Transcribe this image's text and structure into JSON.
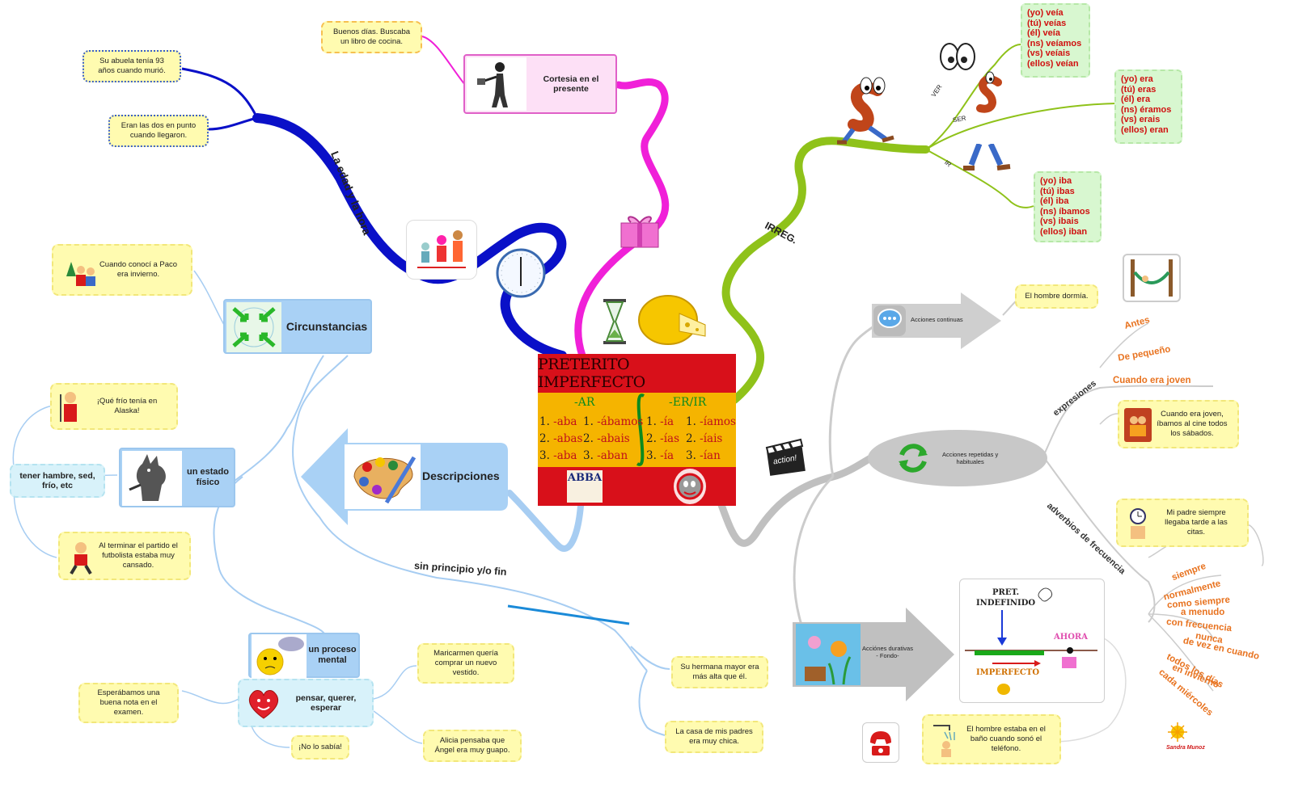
{
  "center": {
    "title": "PRETERITO IMPERFECTO",
    "ar_head": "-AR",
    "er_head": "-ER/IR",
    "ar_rows": [
      [
        "1. ",
        "-aba"
      ],
      [
        "2. ",
        "-abas"
      ],
      [
        "3. ",
        "-aba"
      ]
    ],
    "ar_rows_pl": [
      [
        "1. ",
        "-ábamos"
      ],
      [
        "2. ",
        "-abais"
      ],
      [
        "3. ",
        "-aban"
      ]
    ],
    "er_rows": [
      [
        "1. ",
        "-ía"
      ],
      [
        "2. ",
        "-ías"
      ],
      [
        "3. ",
        "-ía"
      ]
    ],
    "er_rows_pl": [
      [
        "1. ",
        "-íamos"
      ],
      [
        "2. ",
        "-íais"
      ],
      [
        "3. ",
        "-ían"
      ]
    ],
    "logo_text": "ABBA"
  },
  "branches": {
    "edad_hora": "La edad y la hora",
    "irreg": "IRREG.",
    "sin_principio": "sin principio y/o fin",
    "expresiones": "expresiones",
    "adverbios": "adverbios de frecuencia",
    "ver": "VER",
    "ser": "SER",
    "ir": "IR"
  },
  "notes": {
    "abuela": "Su abuela tenía 93\naños cuando murió.",
    "dos_en_punto": "Eran las dos en punto\ncuando llegaron.",
    "buenos_dias": "Buenos días. Buscaba\nun libro de cocina.",
    "paco": "Cuando conocí a Paco\nera invierno.",
    "frio": "¡Qué frío tenía en\nAlaska!",
    "futbolista": "Al terminar el partido el\nfutbolista estaba muy\ncansado.",
    "esperabamos": "Esperábamos una\nbuena nota en el\nexamen.",
    "maricarmen": "Maricarmen quería\ncomprar un nuevo\nvestido.",
    "no_sabia": "¡No lo sabía!",
    "alicia": "Alicia pensaba que\nÁngel era muy guapo.",
    "hermana": "Su hermana mayor era\nmás alta que él.",
    "casa": "La casa de mis padres\nera muy chica.",
    "hombre_dormia": "El hombre dormía.",
    "cine": "Cuando era joven,\níbamos al cine todos\nlos sábados.",
    "padre": "Mi padre siempre\nllegaba tarde a las\ncitas.",
    "bano": "El hombre estaba en el\nbaño cuando sonó el\nteléfono."
  },
  "topics": {
    "cortesia": "Cortesia en el\npresente",
    "circunstancias": "Circunstancias",
    "descripciones": "Descripciones",
    "estado_fisico": "un estado\nfísico",
    "tener_hambre": "tener hambre, sed,\nfrío, etc",
    "proceso_mental": "un proceso\nmental",
    "pensar": "pensar, querer,\nesperar",
    "acciones_continuas": "Acciones continuas",
    "acciones_repetidas": "Acciones repetidas y\nhabituales",
    "acciones_durativas": "Acciónes durativas\n- Fondo-"
  },
  "conjugations": {
    "ver": [
      "(yo) veía",
      "(tú) veías",
      "(él) veía",
      "(ns) veíamos",
      "(vs) veíais",
      "(ellos) veían"
    ],
    "ser": [
      "(yo) era",
      "(tú) eras",
      "(él) era",
      "(ns) éramos",
      "(vs) erais",
      "(ellos) eran"
    ],
    "ir": [
      "(yo) iba",
      "(tú) ibas",
      "(él) iba",
      "(ns) íbamos",
      "(vs) ibais",
      "(ellos) iban"
    ]
  },
  "expresiones": [
    "Antes",
    "De pequeño",
    "Cuando era joven"
  ],
  "adverbios": [
    "siempre",
    "normalmente",
    "como siempre",
    "a menudo",
    "con frecuencia",
    "nunca",
    "de vez en cuando",
    "todos los días",
    "en invierno",
    "cada miércoles"
  ],
  "timeline": {
    "pret_indefinido": "PRET.\nINDEFINIDO",
    "ahora": "AHORA",
    "imperfecto": "IMPERFECTO"
  },
  "signature": "Sandra Munoz",
  "action_clapper": "action!"
}
